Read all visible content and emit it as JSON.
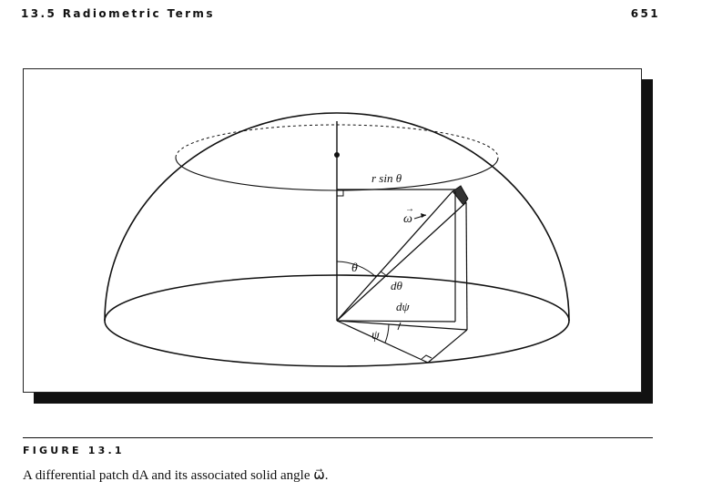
{
  "running_head": {
    "section": "13.5 Radiometric Terms",
    "page_number": "651"
  },
  "figure": {
    "labels": {
      "r_sin_theta": "r sin θ",
      "omega": "ω",
      "theta": "θ",
      "d_theta": "dθ",
      "d_psi": "dψ",
      "psi": "ψ"
    },
    "label": "FIGURE 13.1",
    "caption": "A differential patch dA and its associated solid angle ω⃗."
  }
}
